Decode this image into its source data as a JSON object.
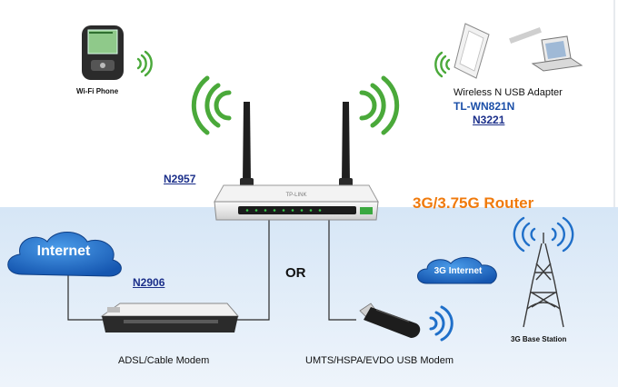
{
  "devices": {
    "wifi_phone": "Wi-Fi Phone",
    "usb_adapter": {
      "title": "Wireless N USB Adapter",
      "model": "TL-WN821N",
      "code": "N3221"
    },
    "router": {
      "code": "N2957",
      "title": "3G/3.75G Router",
      "brand": "TP-LINK"
    },
    "internet_cloud": "Internet",
    "modem": {
      "code": "N2906",
      "label": "ADSL/Cable Modem"
    },
    "connector_or": "OR",
    "usb_modem": "UMTS/HSPA/EVDO USB Modem",
    "cloud_3g": "3G Internet",
    "base_station": "3G Base Station"
  },
  "colors": {
    "wifi_waves": "#4aa93a",
    "cloud_fill": "#1f6fc9",
    "router_title": "#f07a0c",
    "link_code": "#1b2f8a",
    "lower_panel": "#e3edf8"
  }
}
